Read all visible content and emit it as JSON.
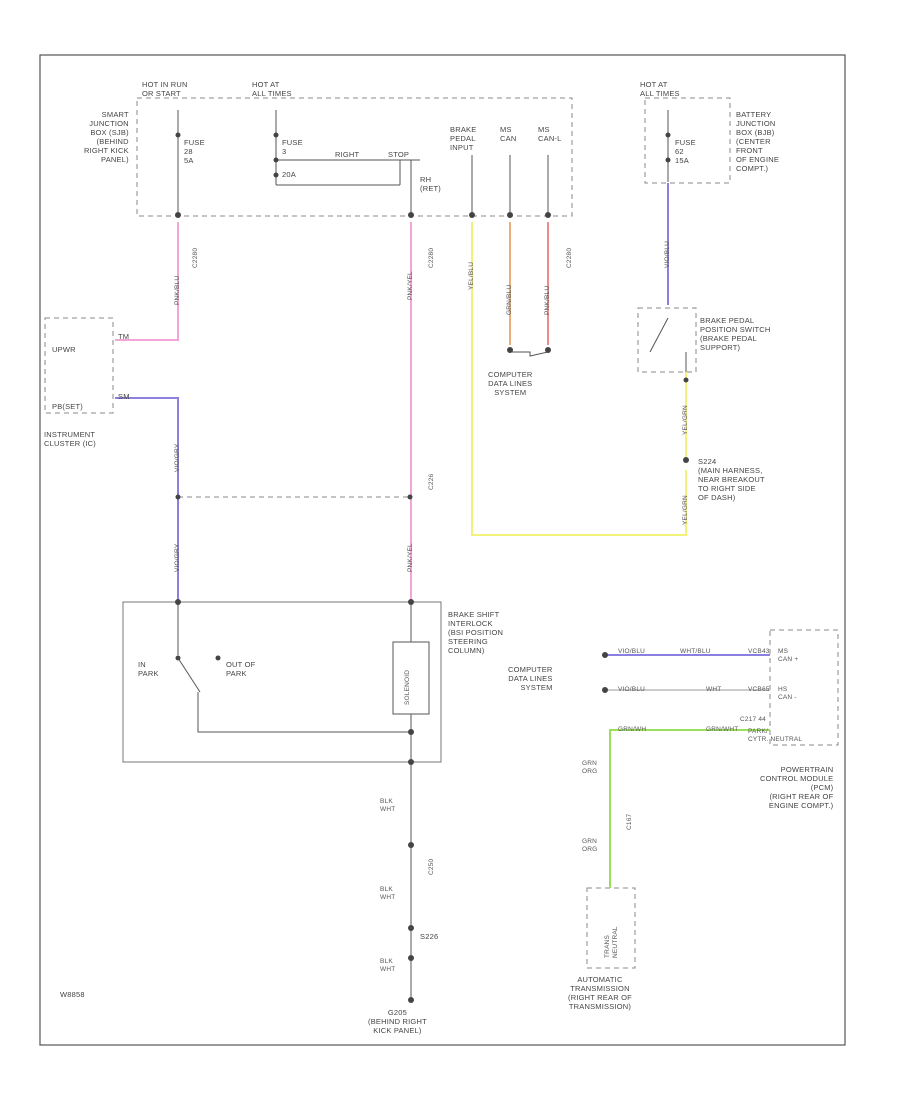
{
  "figure_id": "W8858",
  "power_sources": {
    "hot_run_start": "HOT IN RUN\nOR START",
    "hot_all_times_1": "HOT AT\nALL TIMES",
    "hot_all_times_2": "HOT AT\nALL TIMES"
  },
  "sjb": {
    "label": "SMART\nJUNCTION\nBOX (SJB)\n(BEHIND\nRIGHT KICK\nPANEL)",
    "fuse_a": "FUSE\n28\n5A",
    "fuse_b": "FUSE\n3",
    "fuse_b_amp": "20A",
    "relay_right": "RIGHT",
    "relay_stop": "STOP",
    "rh_label": "RH\n(RET)"
  },
  "bjb": {
    "label": "BATTERY\nJUNCTION\nBOX (BJB)\n(CENTER\nFRONT\nOF ENGINE\nCOMPT.)",
    "fuse": "FUSE\n62\n15A"
  },
  "sjb_outputs": {
    "brake_pedal": "BRAKE\nPEDAL\nINPUT",
    "ms_can_h": "MS\nCAN",
    "ms_can_l": "MS\nCAN-L"
  },
  "connectors": {
    "c2280a": "C2280",
    "c2280b": "C2280",
    "c2280c": "C2280",
    "c226": "C226",
    "c250": "C250",
    "c167": "C167"
  },
  "wire_colors": {
    "pnk_left": "PNK/BLU",
    "vio_left_a": "VIO/GRY",
    "vio_left_b": "VIO/GRY",
    "pnk_mid_a": "PNK/YEL",
    "pnk_mid_b": "PNK/YEL",
    "yel_brake": "YEL/BLU",
    "grn_can": "GRN/BLU",
    "pnk_can": "PNK/BLU",
    "vio_bjb": "VIO/BLU",
    "yel_switch": "YEL/GRN",
    "yel_splice": "YEL/GRN",
    "vio_pcm": "VIO/BLU",
    "wht_pcm": "WHT/BLU",
    "vio_pcm2": "VIO/BLU",
    "wht_pcm2": "WHT",
    "grn_pcm": "GRN/WH",
    "grn_pcm2": "GRN/WHT",
    "grn_left_a": "GRN\nORG",
    "grn_left_b": "GRN\nORG",
    "blk_a": "BLK\nWHT",
    "blk_b": "BLK\nWHT",
    "blk_c": "BLK\nWHT"
  },
  "ipc": {
    "pin_top": "TM",
    "pin_bottom": "SM",
    "label_top": "UPWR",
    "label_bottom": "PB(SET)",
    "name": "INSTRUMENT\nCLUSTER (IC)"
  },
  "computer_data_lines_1": "COMPUTER\nDATA LINES\nSYSTEM",
  "computer_data_lines_2": "COMPUTER\nDATA LINES\nSYSTEM",
  "brake_pedal_switch": "BRAKE PEDAL\nPOSITION SWITCH\n(BRAKE PEDAL\nSUPPORT)",
  "splice_s224": "S224\n(MAIN HARNESS,\nNEAR BREAKOUT\nTO RIGHT SIDE\nOF DASH)",
  "bsi": {
    "label": "BRAKE SHIFT\nINTERLOCK\n(BSI POSITION\nSTEERING\nCOLUMN)",
    "in_park": "IN\nPARK",
    "out_of_park": "OUT OF\nPARK",
    "solenoid": "SOLENOID"
  },
  "pcm": {
    "pin1": "MS\nCAN +",
    "pin2": "HS\nCAN -",
    "pin3": "PARK/\nCYTR. NEUTRAL",
    "name": "POWERTRAIN\nCONTROL MODULE\n(PCM)\n(RIGHT REAR OF\nENGINE COMPT.)",
    "pin_a": "VCB43",
    "pin_b": "VCB65",
    "pin_c": "C217 44"
  },
  "trans": {
    "sensor": "TRANS\nNEUTRAL",
    "name": "AUTOMATIC\nTRANSMISSION\n(RIGHT REAR OF\nTRANSMISSION)"
  },
  "grounds": {
    "s226": "S226",
    "g205": "G205\n(BEHIND RIGHT\nKICK PANEL)"
  },
  "colors": {
    "pink": "#f2a6d6",
    "violet": "#8b7fe0",
    "yellow": "#f2f27a",
    "green": "#9be05a",
    "orange": "#e7b07a",
    "red": "#f08a8a",
    "line": "#555555",
    "dash": "#888888"
  }
}
